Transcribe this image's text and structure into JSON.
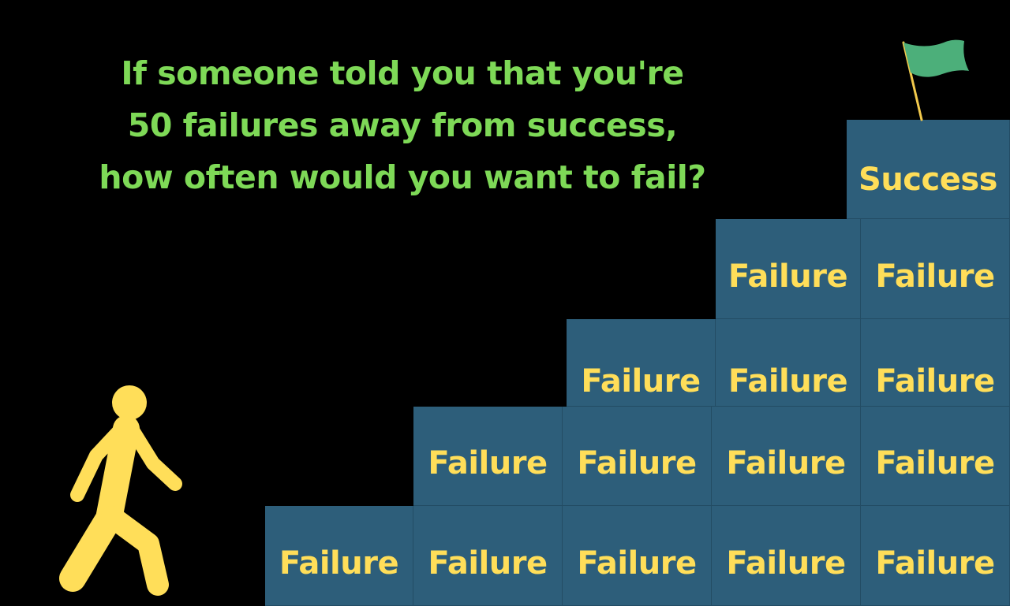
{
  "headline": {
    "lines": [
      "If someone told you that you're",
      "50 failures away from success,",
      "how often would you want to fail?"
    ]
  },
  "staircase": {
    "failure_label": "Failure",
    "success_label": "Success",
    "rows": [
      {
        "failure_count": 5
      },
      {
        "failure_count": 4
      },
      {
        "failure_count": 3
      },
      {
        "failure_count": 2
      },
      {
        "success_count": 1
      }
    ]
  },
  "icons": {
    "walker": "walking-person-icon",
    "flag": "goal-flag-icon"
  },
  "colors": {
    "background": "#000000",
    "headline_text": "#7ed957",
    "block_fill": "#2d5e7a",
    "block_text": "#ffde59",
    "walker": "#ffde59",
    "flag": "#4caf7a",
    "flag_pole": "#f2c94c"
  }
}
